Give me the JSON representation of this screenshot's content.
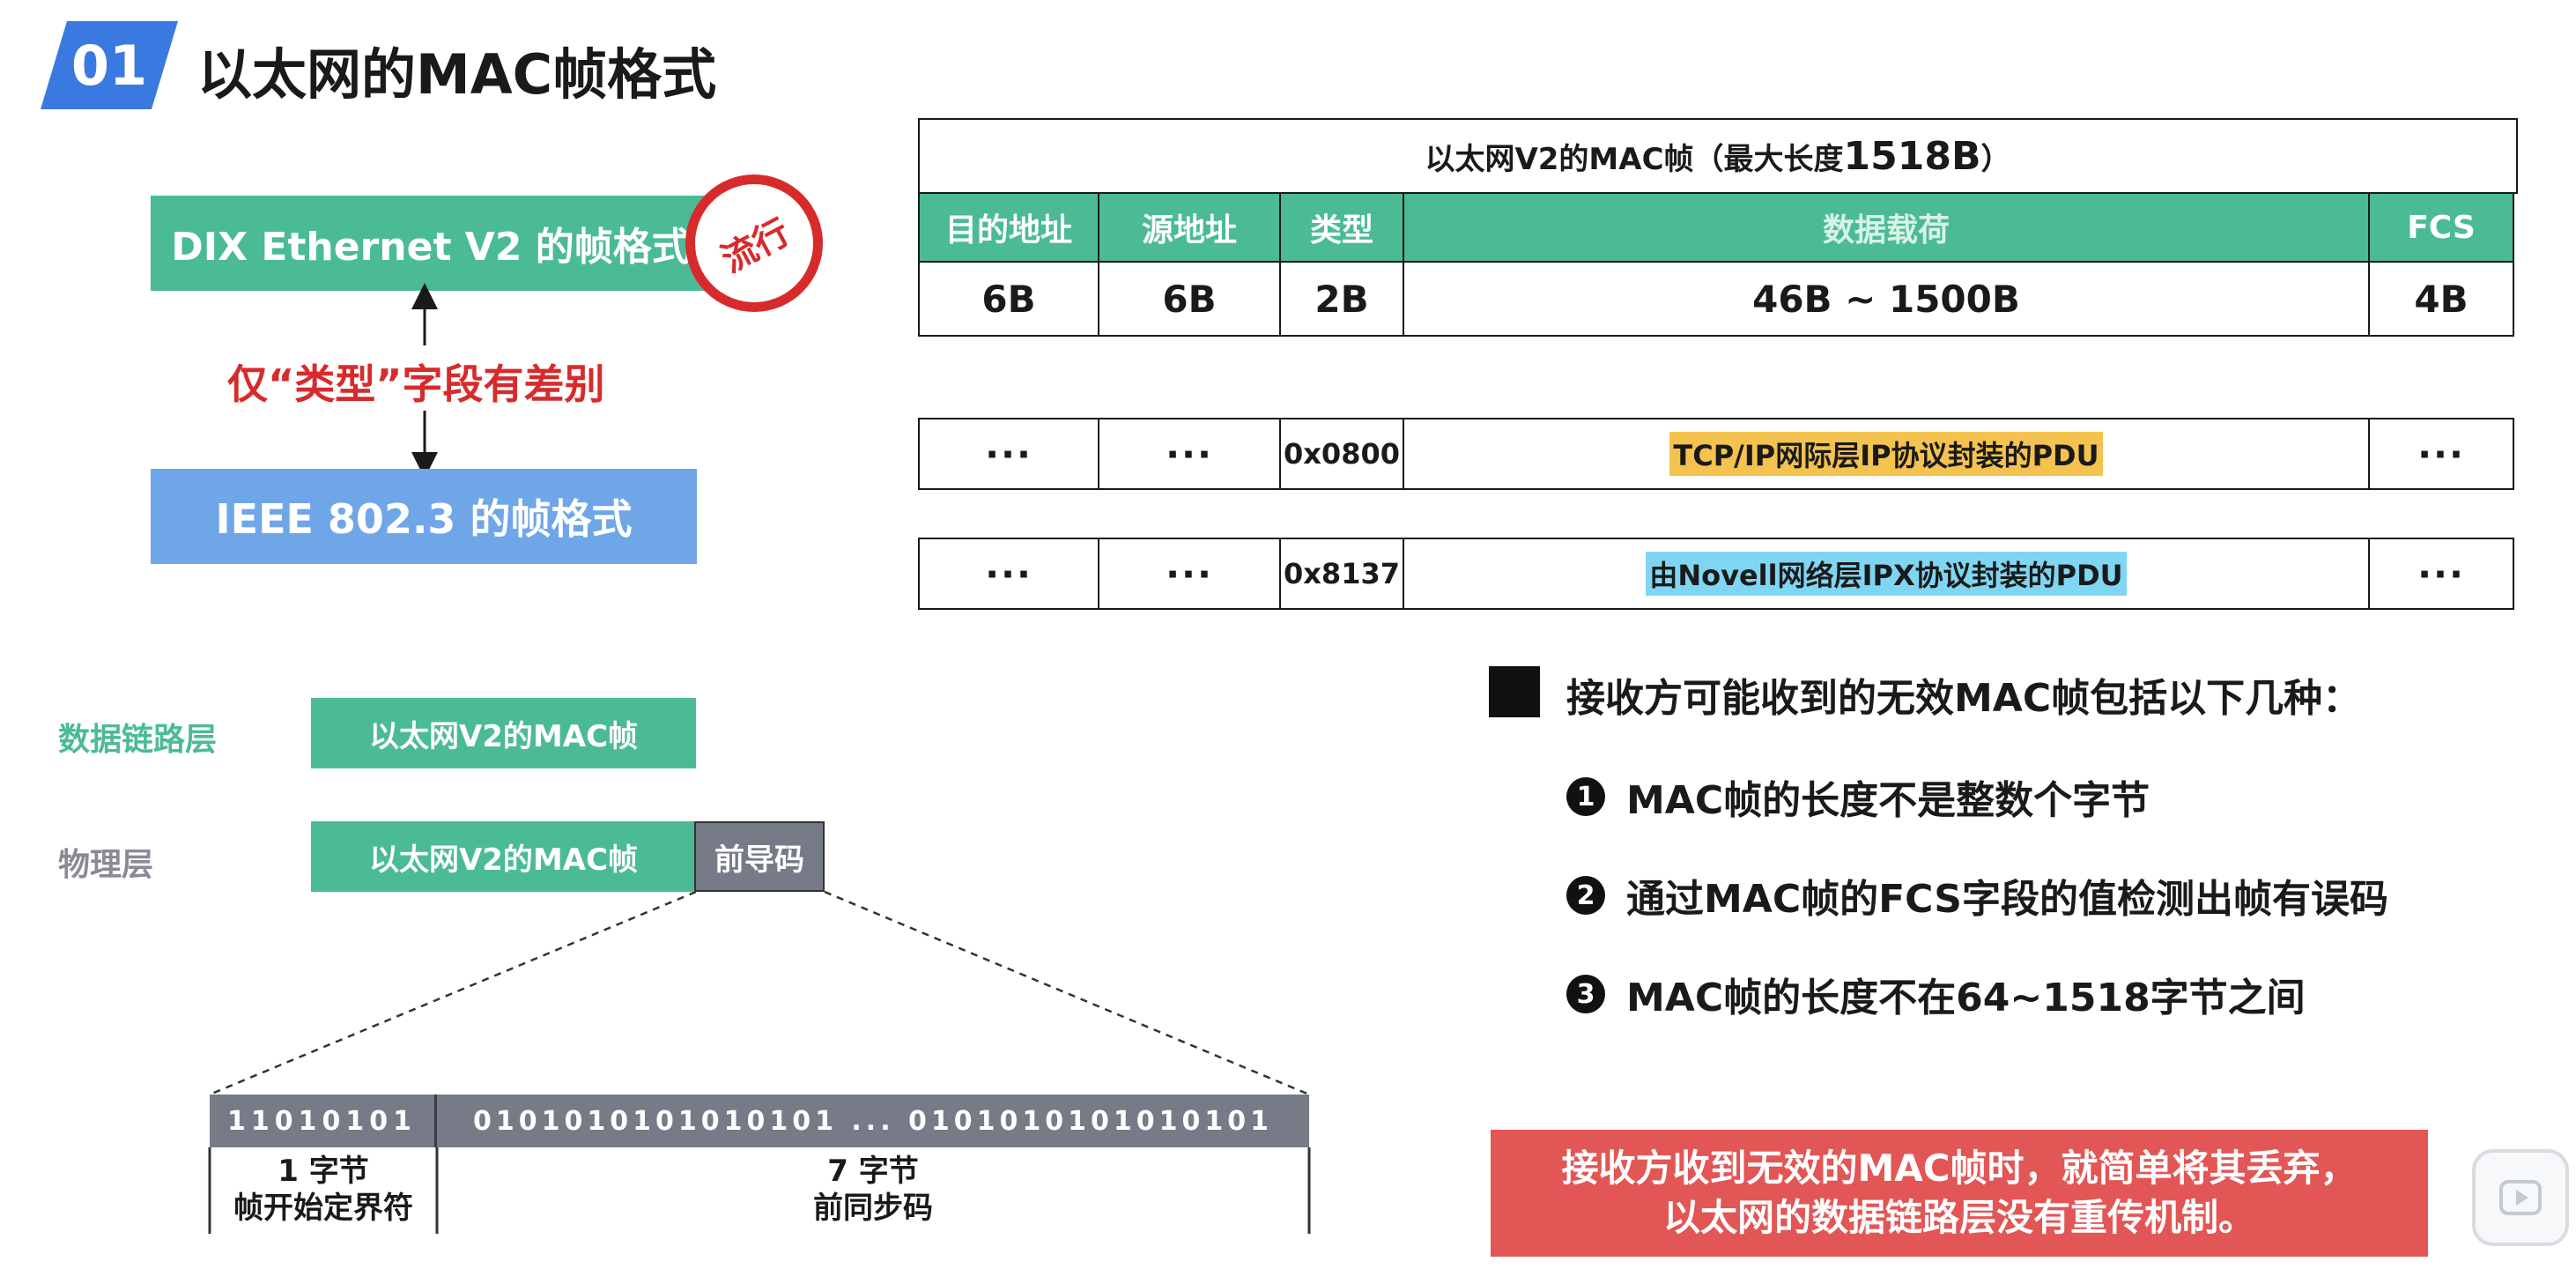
{
  "header": {
    "number": "01",
    "title": "以太网的MAC帧格式"
  },
  "formats": {
    "dix": "DIX Ethernet V2 的帧格式",
    "stamp": "流行",
    "ieee": "IEEE 802.3 的帧格式",
    "diff_note": "仅“类型”字段有差别"
  },
  "frame_table": {
    "caption": "以太网V2的MAC帧（最大长度",
    "caption_big": "1518B",
    "caption_end": "）",
    "headers": [
      "目的地址",
      "源地址",
      "类型",
      "数据载荷",
      "FCS"
    ],
    "sizes": [
      "6B",
      "6B",
      "2B",
      "46B ~ 1500B",
      "4B"
    ]
  },
  "examples": [
    {
      "c1": "···",
      "c2": "···",
      "type": "0x0800",
      "payload": "TCP/IP网际层IP协议封装的PDU",
      "c5": "···"
    },
    {
      "c1": "···",
      "c2": "···",
      "type": "0x8137",
      "payload": "由Novell网络层IPX协议封装的PDU",
      "c5": "···"
    }
  ],
  "layers": {
    "data_link_label": "数据链路层",
    "physical_label": "物理层",
    "dll_frame": "以太网V2的MAC帧",
    "phy_frame": "以太网V2的MAC帧",
    "preamble": "前导码"
  },
  "bits": {
    "sfd": "11010101",
    "preamble": "0101010101010101 ... 0101010101010101",
    "sfd_caption_1": "1 字节",
    "sfd_caption_2": "帧开始定界符",
    "pre_caption_1": "7 字节",
    "pre_caption_2": "前同步码"
  },
  "invalid": {
    "heading": "接收方可能收到的无效MAC帧包括以下几种：",
    "items": [
      {
        "num": "1",
        "text": "MAC帧的长度不是整数个字节"
      },
      {
        "num": "2",
        "text": "通过MAC帧的FCS字段的值检测出帧有误码"
      },
      {
        "num": "3",
        "text": "MAC帧的长度不在64~1518字节之间"
      }
    ]
  },
  "note": {
    "line1": "接收方收到无效的MAC帧时，就简单将其丢弃，",
    "line2": "以太网的数据链路层没有重传机制。"
  },
  "colors": {
    "accent_blue": "#3a7ae0",
    "green": "#4bbb95",
    "red": "#d72b2b",
    "gray": "#767b87"
  },
  "icons": {
    "play": "play-icon"
  }
}
